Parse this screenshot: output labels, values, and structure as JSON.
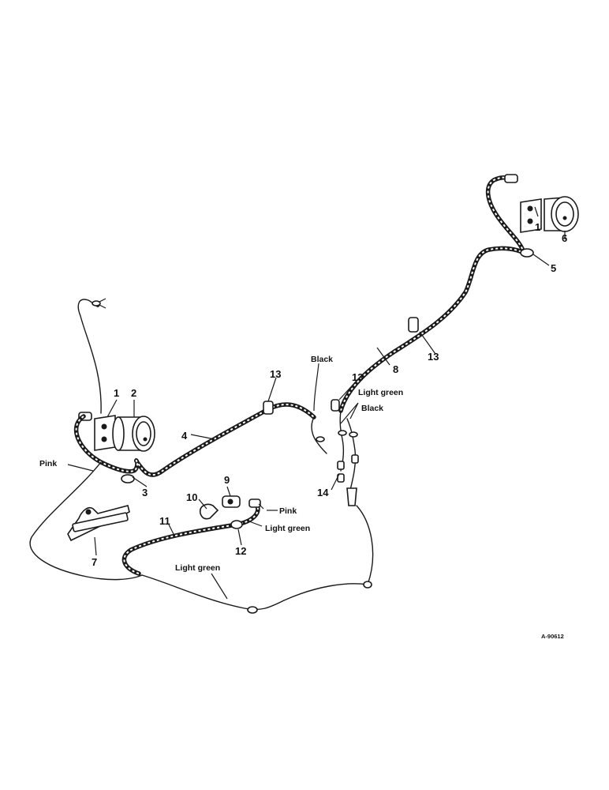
{
  "callouts": {
    "n1a": "1",
    "n2": "2",
    "n3": "3",
    "n4": "4",
    "n5": "5",
    "n6": "6",
    "n1b": "1",
    "n7": "7",
    "n8": "8",
    "n9": "9",
    "n10": "10",
    "n11": "11",
    "n12": "12",
    "n13a": "13",
    "n13b": "13",
    "n13c": "13",
    "n14": "14"
  },
  "wire_labels": {
    "pink_left": "Pink",
    "black_top": "Black",
    "light_green_top": "Light green",
    "black_right": "Black",
    "pink_connector": "Pink",
    "light_green_connector": "Light green",
    "light_green_bottom": "Light green"
  },
  "reference_code": "A-90612"
}
